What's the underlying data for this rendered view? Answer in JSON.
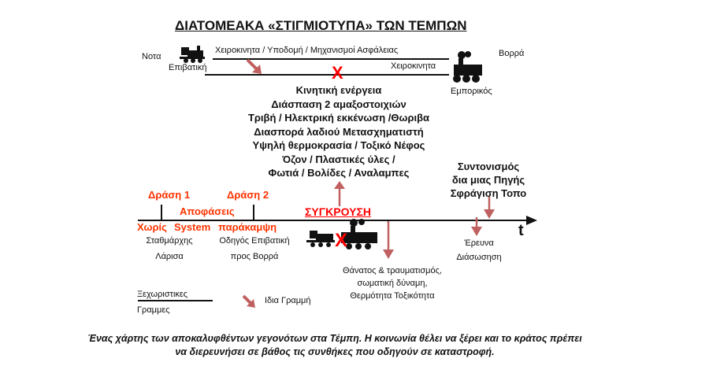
{
  "title": "ΔΙΑΤΟΜΕΑΚΑ «ΣΤΙΓΜΙΟΤΥΠΑ» ΤΩΝ ΤΕΜΠΩΝ",
  "top": {
    "south": "Νοτα",
    "north": "Βορρά",
    "passenger": "Επιβατική",
    "freight": "Εμπορικός",
    "track1": "Χειροκινητα / Υποδομή / Μηχανισμοί Ασφάλειας",
    "track2": "Χειροκινητα",
    "cross": "X"
  },
  "effects": [
    "Κινητική ενέργεια",
    "Διάσπαση 2 αμαξοστοιχιών",
    "Τριβή / Ηλεκτρική εκκένωση /Θωριβα",
    "Διασπορά λαδιού Μετασχηματιστή",
    "Υψηλή θερμοκρασία / Τοξικό Νέφος",
    "Όζον / Πλαστικές ύλες /",
    "Φωτιά / Βολίδες / Αναλαμπες"
  ],
  "coordination": [
    "Συντονισμός",
    "δια μιας Πηγής",
    "Σφράγιση Τοπο"
  ],
  "timeline": {
    "action1": "Δράση 1",
    "action2": "Δράση 2",
    "decisions": "Αποφάσεις",
    "without": "Χωρίς",
    "system": "System",
    "bypass": "παράκαμψη",
    "stationmaster": [
      "Σταθμάρχης",
      "Λάρισα"
    ],
    "driver": [
      "Οδηγός Επιβατική",
      "προς Βορρά"
    ],
    "collision": "ΣΥΓΚΡΟΥΣΗ",
    "t": "t",
    "consequences": [
      "Θάνατος & τραυματισμός,",
      "σωματική δύναμη,",
      "Θερμότητα Τοξικότητα"
    ],
    "research": [
      "Έρευνα",
      "Διάσωσηση"
    ]
  },
  "bottom": {
    "separate": [
      "Ξεχωριστικες",
      "Γραμμες"
    ],
    "same": "Ιδια Γραμμή"
  },
  "caption": [
    "Ένας χάρτης των αποκαλυφθέντων γεγονότων στα Τέμπη. Η κοινωνία θέλει να ξέρει και το κράτος πρέπει",
    "να διερευνήσει σε βάθος τις συνθήκες που οδηγούν σε καταστροφή."
  ]
}
